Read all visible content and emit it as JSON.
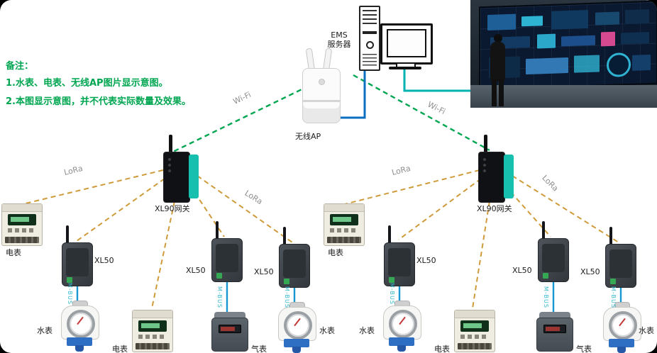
{
  "colors": {
    "background": "#ffffff",
    "wifi_line": "#00a651",
    "lora_line": "#cf9b3a",
    "bus_line": "#1796d2",
    "ap_uplink_line": "#0b6fc0",
    "screen_link_line": "#00b3b3",
    "note_text": "#00a651",
    "gateway_accent": "#17c0ae"
  },
  "notes": {
    "heading": "备注：",
    "line1": "1.水表、电表、无线AP图片显示意图。",
    "line2": "2.本图显示意图，并不代表实际数量及效果。"
  },
  "server": {
    "label_line1": "EMS",
    "label_line2": "服务器"
  },
  "ap": {
    "label": "无线AP"
  },
  "links": {
    "wifi_left": "Wi-Fi",
    "wifi_right": "Wi-Fi",
    "lora_left_outer": "LoRa",
    "lora_left_inner": "LoRa",
    "lora_right_outer": "LoRa",
    "lora_right_inner": "LoRa",
    "bus": "M-BUS"
  },
  "gateways": {
    "left": "XL90网关",
    "right": "XL90网关"
  },
  "collector_label": "XL50",
  "meter_labels": {
    "electric": "电表",
    "water": "水表",
    "gas": "气表"
  }
}
